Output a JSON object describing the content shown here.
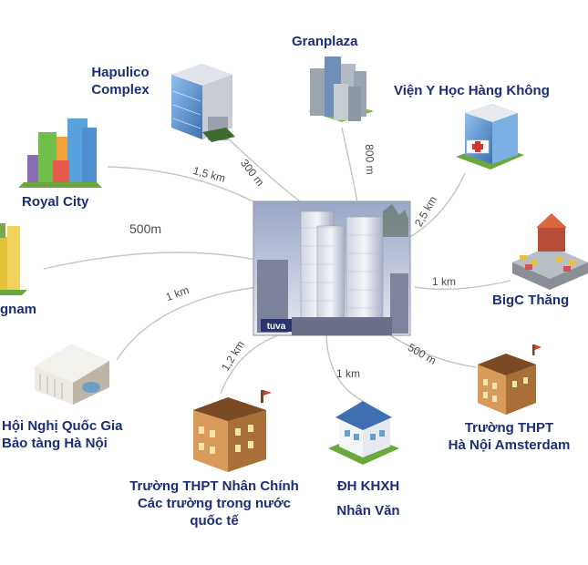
{
  "center": {
    "logo_text": "tuva"
  },
  "places": {
    "hapulico": {
      "line1": "Hapulico",
      "line2": "Complex"
    },
    "granplaza": {
      "line1": "Granplaza"
    },
    "vien_y_hoc": {
      "line1": "Viện Y Học Hàng Không"
    },
    "royal_city": {
      "line1": "Royal City"
    },
    "keangnam": {
      "line1": "gnam"
    },
    "bigc": {
      "line1": "BigC Thăng"
    },
    "hoi_nghi": {
      "line1": "Hội Nghị Quốc Gia",
      "line2": "Bảo tàng Hà Nội"
    },
    "nhan_chinh": {
      "line1": "Trường THPT Nhân Chính",
      "line2": "Các trường trong nước",
      "line3": "quốc tế"
    },
    "dh_khxh": {
      "line1": "ĐH KHXH",
      "line2": "Nhân Văn"
    },
    "amsterdam": {
      "line1": "Trường THPT",
      "line2": "Hà Nội Amsterdam"
    }
  },
  "distances": {
    "hapulico": "300 m",
    "granplaza": "800 m",
    "vien_y_hoc": "2,5 km",
    "royal_city": "1,5 km",
    "keangnam": "500m",
    "bigc": "1 km",
    "hoi_nghi": "1 km",
    "nhan_chinh": "1,2 km",
    "dh_khxh": "1 km",
    "amsterdam": "500 m"
  },
  "colors": {
    "label": "#1c2e78",
    "line": "#bdbdbd",
    "brick": "#c88a4c",
    "glass_blue": "#5b8fcf",
    "green": "#6aa83c"
  }
}
